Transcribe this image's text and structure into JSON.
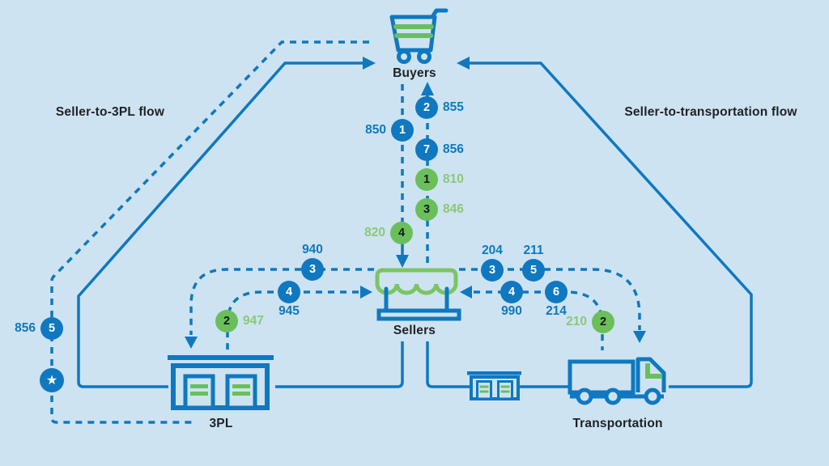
{
  "colors": {
    "background": "#cde3f1",
    "blue": "#0f78c0",
    "green": "#6abf5a",
    "green_label": "#8cc878",
    "awning_green": "#7cc464",
    "text_dark": "#1d2125"
  },
  "titles": {
    "left_flow": "Seller-to-3PL flow",
    "right_flow": "Seller-to-transportation flow"
  },
  "nodes": {
    "buyers": {
      "label": "Buyers",
      "icon": "shopping-cart"
    },
    "sellers": {
      "label": "Sellers",
      "icon": "market-stall"
    },
    "threepl": {
      "label": "3PL",
      "icon": "warehouse"
    },
    "transportation": {
      "label": "Transportation",
      "icon": "truck"
    },
    "depot": {
      "icon": "small-warehouse"
    },
    "checkpoint": {
      "icon": "star",
      "glyph": "★"
    }
  },
  "badges": [
    {
      "num": "1",
      "value": "850",
      "color": "blue",
      "flow": "buyers-to-sellers"
    },
    {
      "num": "4",
      "value": "820",
      "color": "green",
      "flow": "buyers-to-sellers"
    },
    {
      "num": "2",
      "value": "855",
      "color": "blue",
      "flow": "sellers-to-buyers"
    },
    {
      "num": "7",
      "value": "856",
      "color": "blue",
      "flow": "sellers-to-buyers"
    },
    {
      "num": "1",
      "value": "810",
      "color": "green",
      "flow": "sellers-to-buyers"
    },
    {
      "num": "3",
      "value": "846",
      "color": "green",
      "flow": "sellers-to-buyers"
    },
    {
      "num": "3",
      "value": "940",
      "color": "blue",
      "flow": "sellers-to-3pl"
    },
    {
      "num": "4",
      "value": "945",
      "color": "blue",
      "flow": "3pl-to-sellers"
    },
    {
      "num": "2",
      "value": "947",
      "color": "green",
      "flow": "3pl-to-sellers"
    },
    {
      "num": "3",
      "value": "204",
      "color": "blue",
      "flow": "sellers-to-transportation"
    },
    {
      "num": "5",
      "value": "211",
      "color": "blue",
      "flow": "sellers-to-transportation"
    },
    {
      "num": "4",
      "value": "990",
      "color": "blue",
      "flow": "transportation-to-sellers"
    },
    {
      "num": "6",
      "value": "214",
      "color": "blue",
      "flow": "transportation-to-sellers"
    },
    {
      "num": "2",
      "value": "210",
      "color": "green",
      "flow": "transportation-to-sellers"
    },
    {
      "num": "5",
      "value": "856",
      "color": "blue",
      "flow": "buyers-to-3pl"
    }
  ]
}
